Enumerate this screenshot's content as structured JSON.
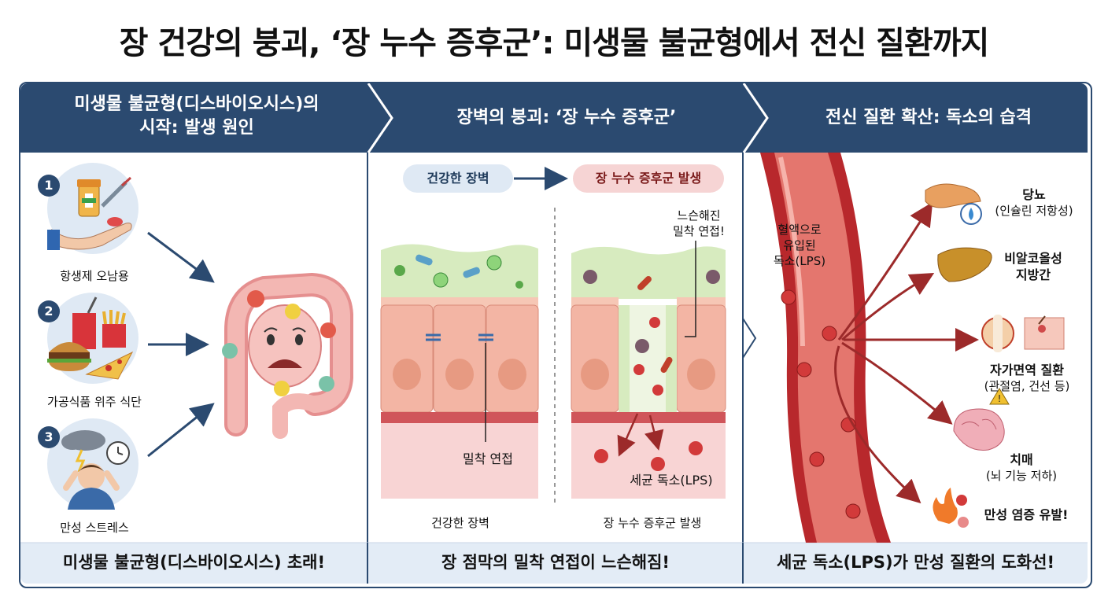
{
  "title": "장 건강의 붕괴, ‘장 누수 증후군’: 미생물 불균형에서 전신 질환까지",
  "panels": [
    {
      "title_line1": "미생물 불균형(디스바이오시스)의",
      "title_line2": "시작: 발생 원인",
      "footer": "미생물 불균형(디스바이오시스) 초래!",
      "causes": [
        {
          "num": "1",
          "label": "항생제 오남용",
          "icon": "medicine-hand-icon"
        },
        {
          "num": "2",
          "label": "가공식품 위주 식단",
          "icon": "junk-food-icon"
        },
        {
          "num": "3",
          "label": "만성 스트레스",
          "icon": "stress-icon"
        }
      ]
    },
    {
      "title": "장벽의 붕괴: ‘장 누수 증후군’",
      "footer": "장 점막의 밀착 연접이 느슨해짐!",
      "pill_healthy": "건강한 장벽",
      "pill_leaky": "장 누수 증후군 발생",
      "label_tight_junction": "밀착 연접",
      "label_loose_line1": "느슨해진",
      "label_loose_line2": "밀착 연접!",
      "label_toxin": "세균 독소(LPS)",
      "bottom_healthy": "건강한 장벽",
      "bottom_leaky": "장 누수 증후군 발생"
    },
    {
      "title": "전신 질환 확산: 독소의 습격",
      "footer": "세균 독소(LPS)가 만성 질환의 도화선!",
      "vessel_line1": "혈액으로",
      "vessel_line2": "유입된",
      "vessel_line3": "독소(LPS)",
      "diseases": [
        {
          "name": "당뇨",
          "detail": "(인슐린 저항성)",
          "icon": "pancreas-icon"
        },
        {
          "name": "비알코올성",
          "detail": "지방간",
          "icon": "liver-icon"
        },
        {
          "name": "자가면역 질환",
          "detail": "(관절염, 건선 등)",
          "icon": "joint-skin-icon"
        },
        {
          "name": "치매",
          "detail": "(뇌 기능 저하)",
          "icon": "brain-icon"
        },
        {
          "name": "만성 염증 유발!",
          "detail": "",
          "icon": "inflammation-icon"
        }
      ]
    }
  ],
  "colors": {
    "header": "#2b4a70",
    "footer": "#e3ecf6",
    "vessel": "#b8282c",
    "toxin": "#d23a3a"
  }
}
